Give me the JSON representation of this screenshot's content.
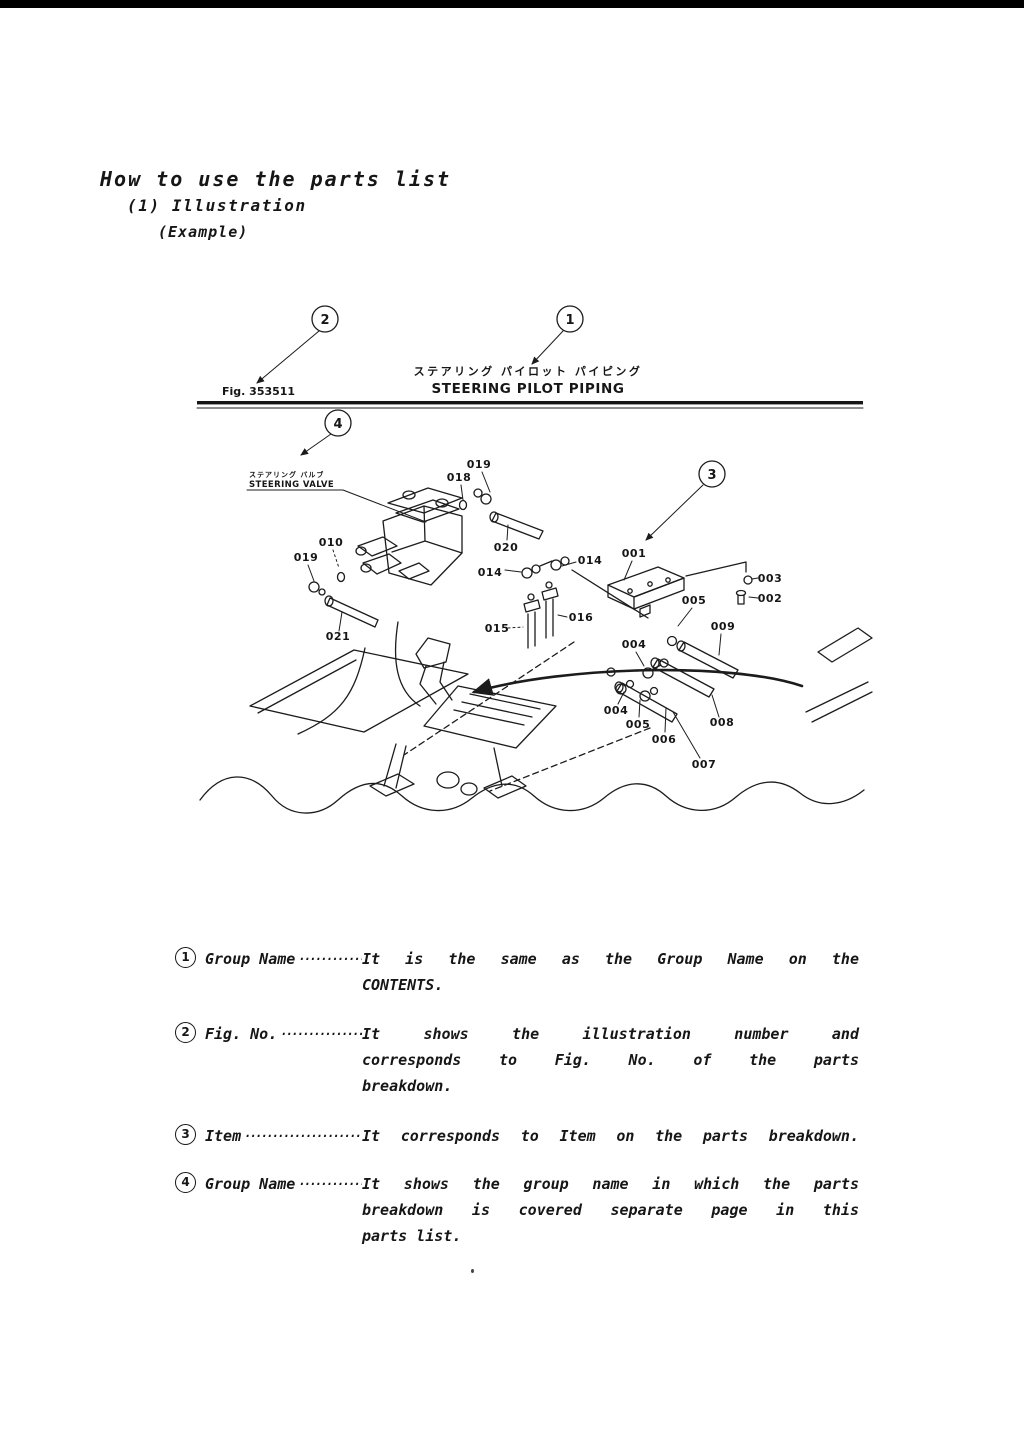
{
  "page": {
    "title": "How to use the parts list",
    "subtitle": "(1) Illustration",
    "example_label": "(Example)"
  },
  "figure": {
    "fig_no": "Fig. 353511",
    "title_jp": "ステアリング パイロット パイピング",
    "title_en": "STEERING PILOT PIPING",
    "valve_label_jp": "ステアリング バルブ",
    "valve_label_en": "STEERING VALVE",
    "callouts": [
      {
        "num": "1"
      },
      {
        "num": "2"
      },
      {
        "num": "3"
      },
      {
        "num": "4"
      }
    ],
    "part_labels": [
      "019",
      "018",
      "010",
      "019",
      "020",
      "021",
      "014",
      "014",
      "001",
      "003",
      "002",
      "005",
      "015",
      "016",
      "009",
      "004",
      "004",
      "005",
      "006",
      "008",
      "007"
    ]
  },
  "notes": [
    {
      "num": "1",
      "label": "Group Name",
      "leader": "······························",
      "lines": [
        "It is the same as the Group Name on the",
        "CONTENTS."
      ]
    },
    {
      "num": "2",
      "label": "Fig. No.",
      "leader": "······························",
      "lines": [
        "It shows the illustration number and",
        "corresponds to Fig. No. of the parts",
        "breakdown."
      ]
    },
    {
      "num": "3",
      "label": "Item",
      "leader": "······························",
      "lines": [
        "It corresponds to Item on the parts breakdown."
      ]
    },
    {
      "num": "4",
      "label": "Group Name",
      "leader": "······························",
      "lines": [
        "It shows the group name in which the parts",
        "breakdown is covered separate page in this",
        "parts list."
      ]
    }
  ]
}
